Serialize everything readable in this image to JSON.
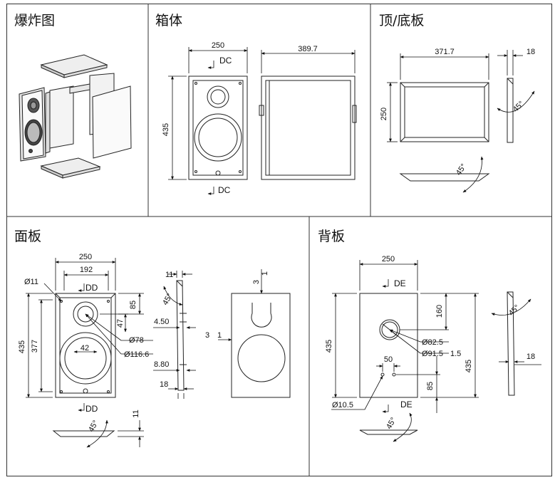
{
  "panels": {
    "exploded": {
      "title": "爆炸图"
    },
    "cabinet": {
      "title": "箱体",
      "dim_width": "250",
      "dim_height": "435",
      "dim_depth": "389.7",
      "section_top": "DC",
      "section_bottom": "DC"
    },
    "topbottom": {
      "title": "顶/底板",
      "dim_length": "371.7",
      "dim_thickness": "18",
      "dim_width": "250",
      "angle1": "45°",
      "angle2": "45°"
    },
    "front": {
      "title": "面板",
      "dim_width": "250",
      "dim_inner_width": "192",
      "dim_height": "435",
      "dim_inner_height": "377",
      "hole_small": "Ø11",
      "section_top": "DD",
      "section_bottom": "DD",
      "dim_85": "85",
      "dim_47": "47",
      "dia_tweeter": "Ø78",
      "dim_42": "42",
      "dia_woofer": "Ø116.6",
      "side_11": "11",
      "side_angle": "45°",
      "side_450": "4.50",
      "side_880": "8.80",
      "side_18": "18",
      "recess_a": "3",
      "recess_b": "1",
      "recess_c": "3",
      "recess_d": "1",
      "bottom_11": "11",
      "bottom_angle": "45°"
    },
    "back": {
      "title": "背板",
      "dim_width": "250",
      "section_top": "DE",
      "section_bottom": "DE",
      "dim_height_left": "435",
      "dim_height_right": "435",
      "dim_160": "160",
      "dia_port": "Ø82.5",
      "dia_port_outer": "Ø91.5",
      "port_depth": "1.5",
      "dim_50": "50",
      "dim_85": "85",
      "terminal_hole": "Ø10.5",
      "side_angle": "45°",
      "side_18": "18",
      "bottom_angle": "45°"
    }
  }
}
